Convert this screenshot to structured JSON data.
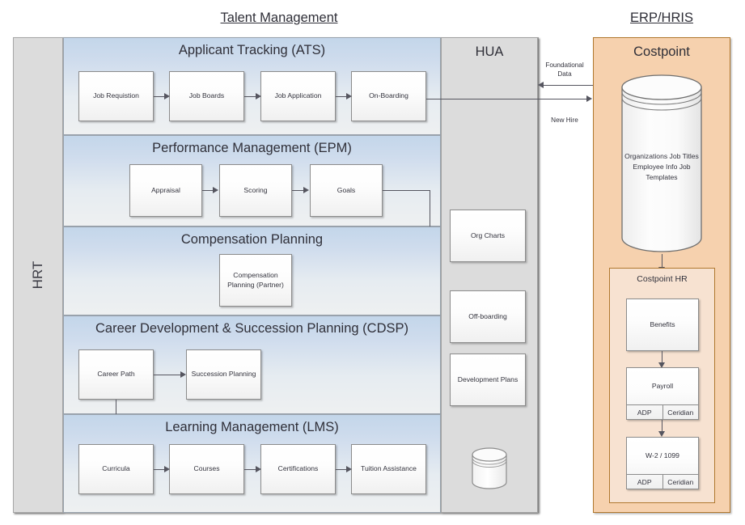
{
  "titles": {
    "talent_management": "Talent Management",
    "erp_hris": "ERP/HRIS"
  },
  "left_panel": {
    "side_label": "HRT",
    "sections": [
      {
        "id": "ats",
        "title": "Applicant Tracking (ATS)",
        "boxes": [
          "Job Requistion",
          "Job Boards",
          "Job Application",
          "On-Boarding"
        ]
      },
      {
        "id": "epm",
        "title": "Performance Management (EPM)",
        "boxes": [
          "Appraisal",
          "Scoring",
          "Goals"
        ]
      },
      {
        "id": "comp",
        "title": "Compensation Planning",
        "boxes": [
          "Compensation Planning (Partner)"
        ]
      },
      {
        "id": "cdsp",
        "title": "Career Development & Succession Planning (CDSP)",
        "boxes": [
          "Career Path",
          "Succession Planning"
        ]
      },
      {
        "id": "lms",
        "title": "Learning Management (LMS)",
        "boxes": [
          "Curricula",
          "Courses",
          "Certifications",
          "Tuition Assistance"
        ]
      }
    ]
  },
  "hua": {
    "title": "HUA",
    "boxes": [
      "Org Charts",
      "Off-boarding",
      "Development Plans"
    ],
    "database_icon": "database-cylinder-icon"
  },
  "costpoint": {
    "title": "Costpoint",
    "database_icon": "database-cylinder-icon",
    "database_lines": "Organizations\nJob Titles\nEmployee Info\nJob Templates",
    "hr": {
      "title": "Costpoint HR",
      "boxes": [
        {
          "label": "Benefits"
        },
        {
          "label": "Payroll",
          "vendors": [
            "ADP",
            "Ceridian"
          ]
        },
        {
          "label": "W-2 / 1099",
          "vendors": [
            "ADP",
            "Ceridian"
          ]
        }
      ]
    }
  },
  "flows": {
    "foundational_data": "Foundational\nData",
    "new_hire": "New Hire"
  },
  "colors": {
    "band_top": "#c3d6ea",
    "costpoint_fill": "#f6d1ae",
    "costpoint_hr_fill": "#f7e2d1",
    "hua_fill": "#dcdcdc",
    "hrt_fill": "#dcdcdc",
    "line": "#55555f"
  }
}
